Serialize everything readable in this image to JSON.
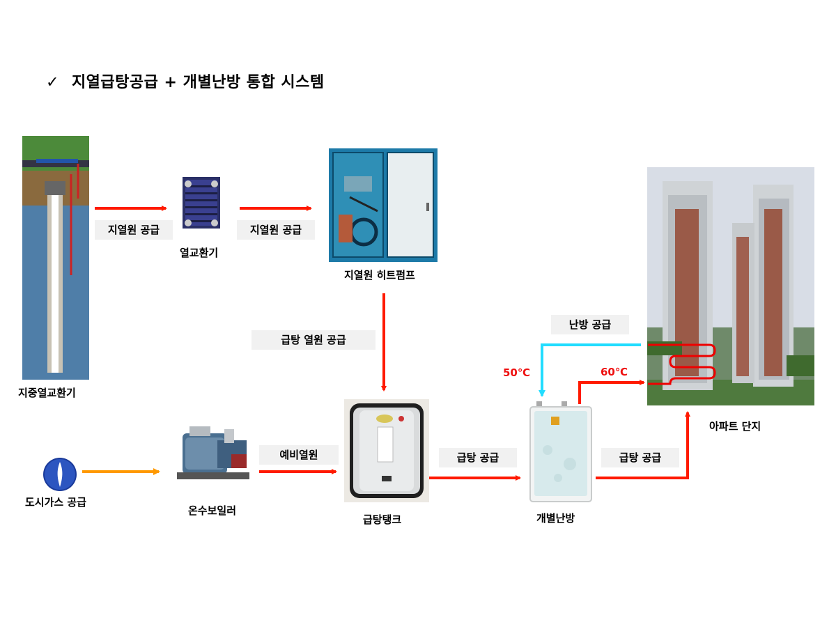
{
  "title": "지열급탕공급 + 개별난방 통합 시스템",
  "check_symbol": "✓",
  "nodes": {
    "ground": "지중열교환기",
    "exchanger": "열교환기",
    "heatpump": "지열원 히트펌프",
    "gas": "도시가스 공급",
    "boiler": "온수보일러",
    "tank": "급탕탱크",
    "unit": "개별난방",
    "apartment": "아파트 단지"
  },
  "flows": {
    "geo1": "지열원 공급",
    "geo2": "지열원 공급",
    "hotwater_heat": "급탕 열원 공급",
    "backup": "예비열원",
    "supply1": "급탕 공급",
    "supply2": "급탕 공급",
    "heating": "난방 공급"
  },
  "temps": {
    "return": "50℃",
    "supply": "60℃"
  },
  "colors": {
    "red": "#ff1a00",
    "orange": "#ff9900",
    "cyan": "#22ddff",
    "coil": "#ee0000"
  }
}
